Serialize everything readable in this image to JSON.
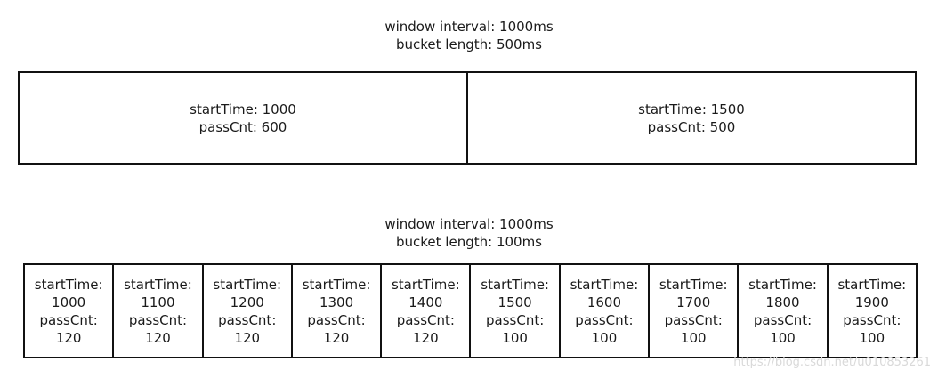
{
  "top_section": {
    "caption_line1": "window interval: 1000ms",
    "caption_line2": "bucket length: 500ms",
    "buckets": [
      {
        "start_label": "startTime: 1000",
        "pass_label": "passCnt: 600"
      },
      {
        "start_label": "startTime: 1500",
        "pass_label": "passCnt: 500"
      }
    ]
  },
  "bottom_section": {
    "caption_line1": "window interval: 1000ms",
    "caption_line2": "bucket length: 100ms",
    "buckets": [
      {
        "start_key": "startTime:",
        "start_value": "1000",
        "pass_key": "passCnt:",
        "pass_value": "120"
      },
      {
        "start_key": "startTime:",
        "start_value": "1100",
        "pass_key": "passCnt:",
        "pass_value": "120"
      },
      {
        "start_key": "startTime:",
        "start_value": "1200",
        "pass_key": "passCnt:",
        "pass_value": "120"
      },
      {
        "start_key": "startTime:",
        "start_value": "1300",
        "pass_key": "passCnt:",
        "pass_value": "120"
      },
      {
        "start_key": "startTime:",
        "start_value": "1400",
        "pass_key": "passCnt:",
        "pass_value": "120"
      },
      {
        "start_key": "startTime:",
        "start_value": "1500",
        "pass_key": "passCnt:",
        "pass_value": "100"
      },
      {
        "start_key": "startTime:",
        "start_value": "1600",
        "pass_key": "passCnt:",
        "pass_value": "100"
      },
      {
        "start_key": "startTime:",
        "start_value": "1700",
        "pass_key": "passCnt:",
        "pass_value": "100"
      },
      {
        "start_key": "startTime:",
        "start_value": "1800",
        "pass_key": "passCnt:",
        "pass_value": "100"
      },
      {
        "start_key": "startTime:",
        "start_value": "1900",
        "pass_key": "passCnt:",
        "pass_value": "100"
      }
    ]
  },
  "watermark": "https://blog.csdn.net/u010853261"
}
